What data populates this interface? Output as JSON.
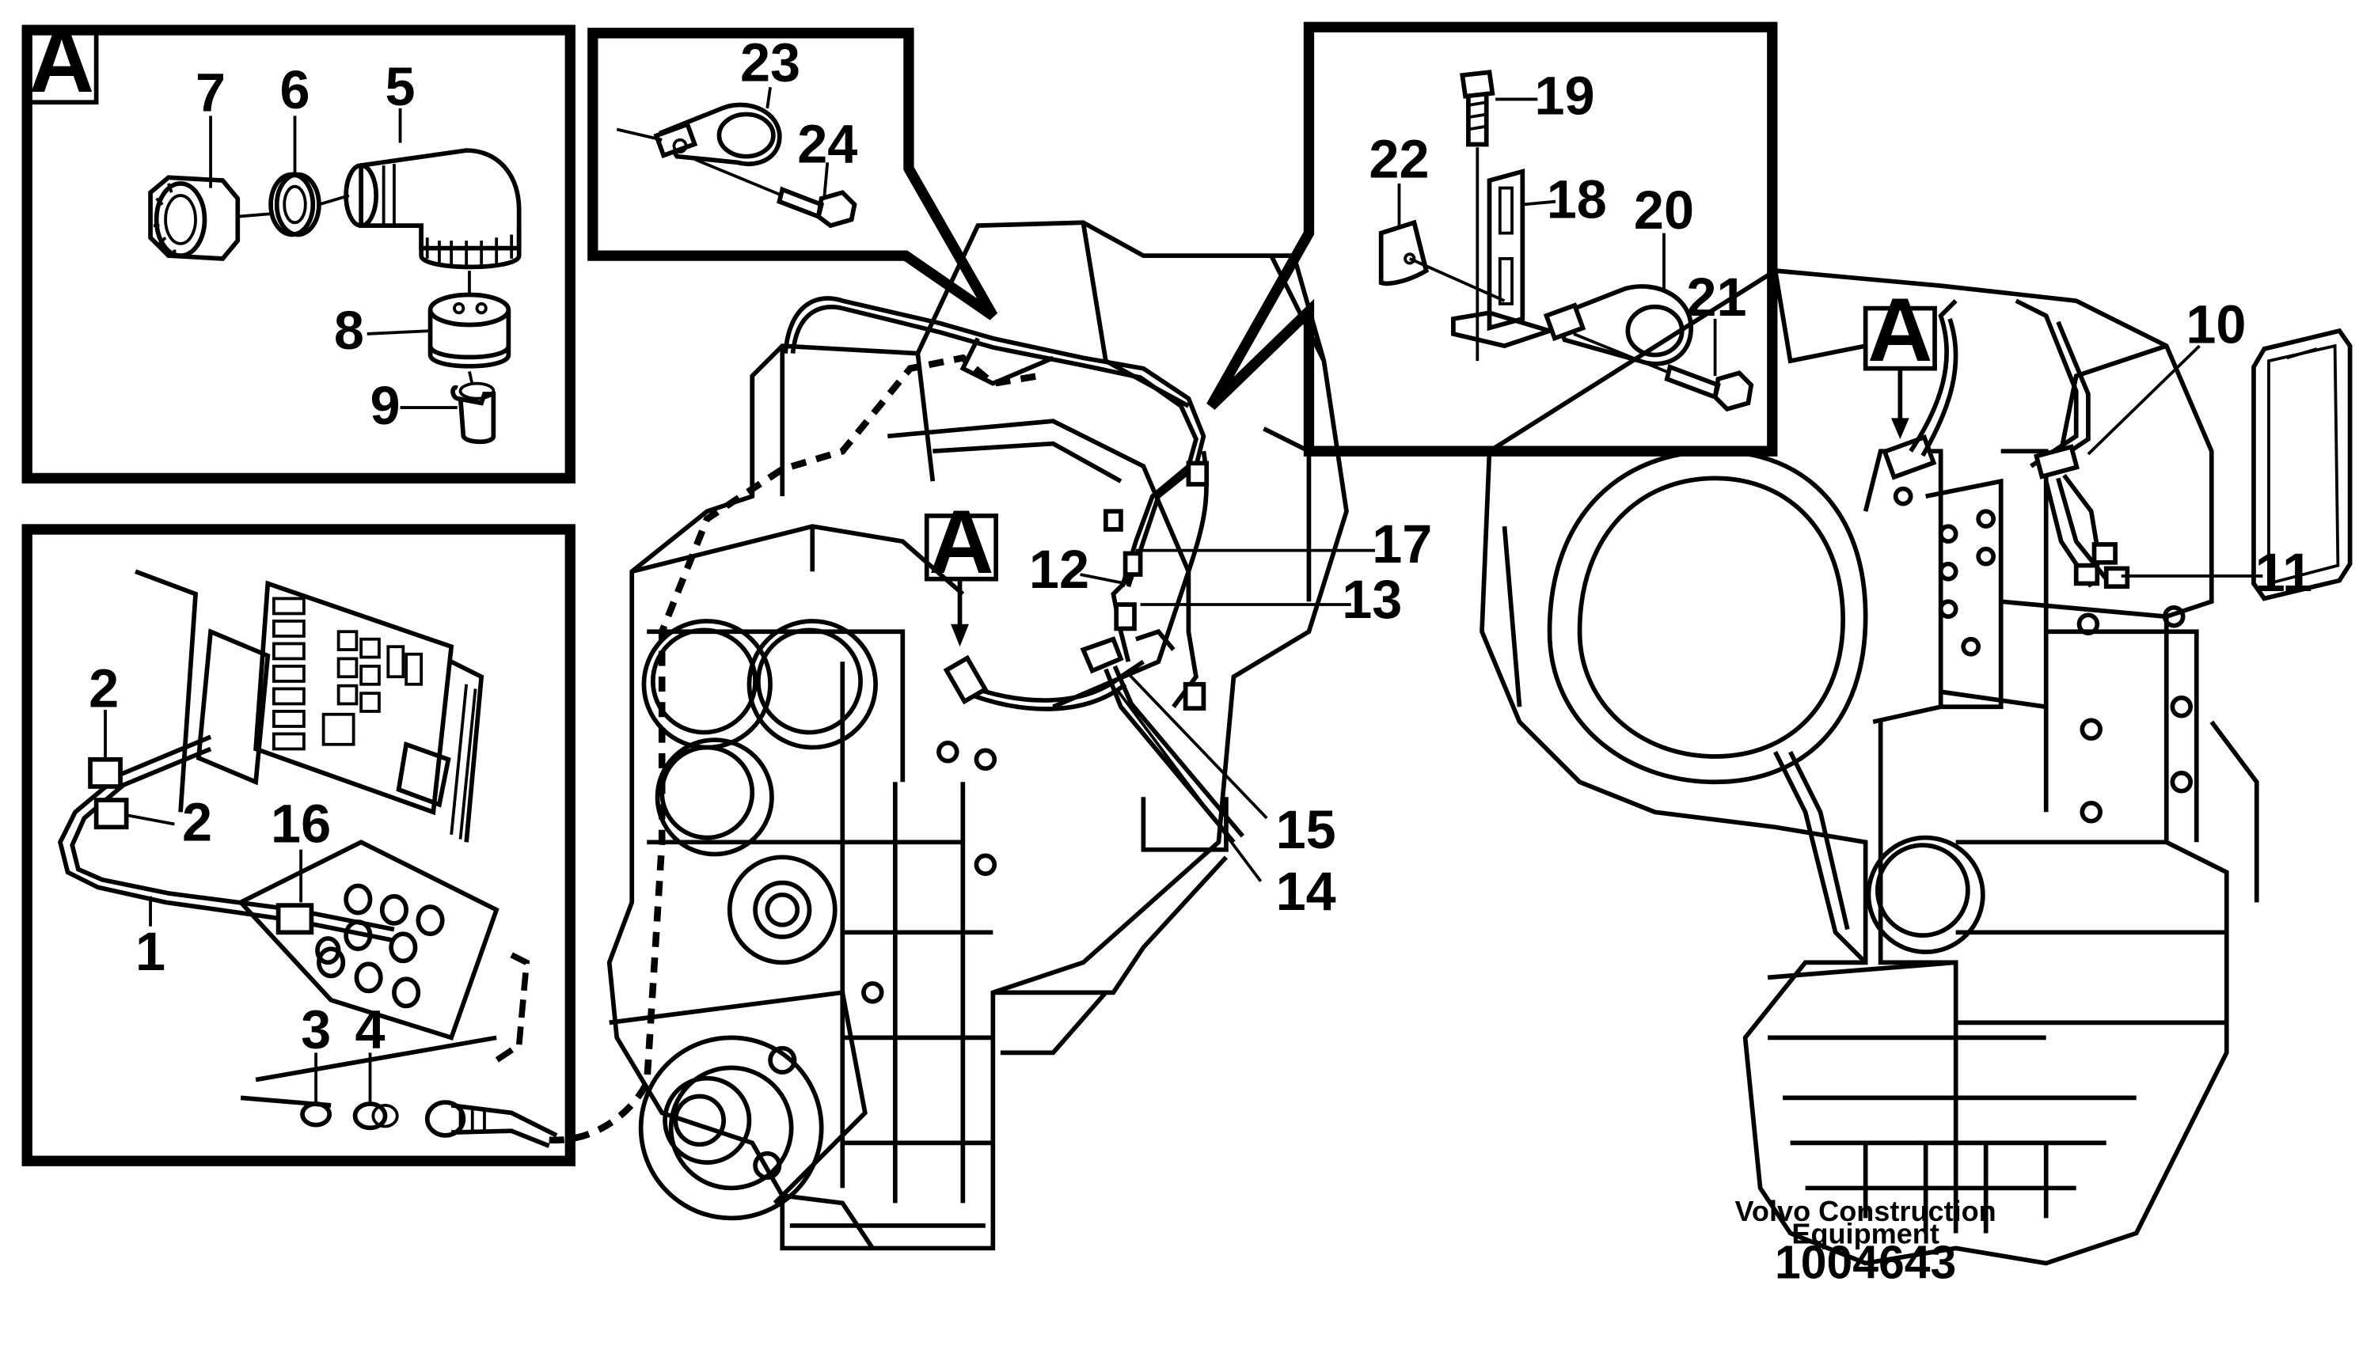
{
  "detail_tag": "A",
  "callouts": [
    "1",
    "2",
    "2",
    "3",
    "4",
    "5",
    "6",
    "7",
    "8",
    "9",
    "10",
    "11",
    "12",
    "13",
    "14",
    "15",
    "16",
    "17",
    "18",
    "19",
    "20",
    "21",
    "22",
    "23",
    "24"
  ],
  "credit": {
    "line1": "Volvo Construction",
    "line2": "Equipment"
  },
  "document_number": "1004643"
}
